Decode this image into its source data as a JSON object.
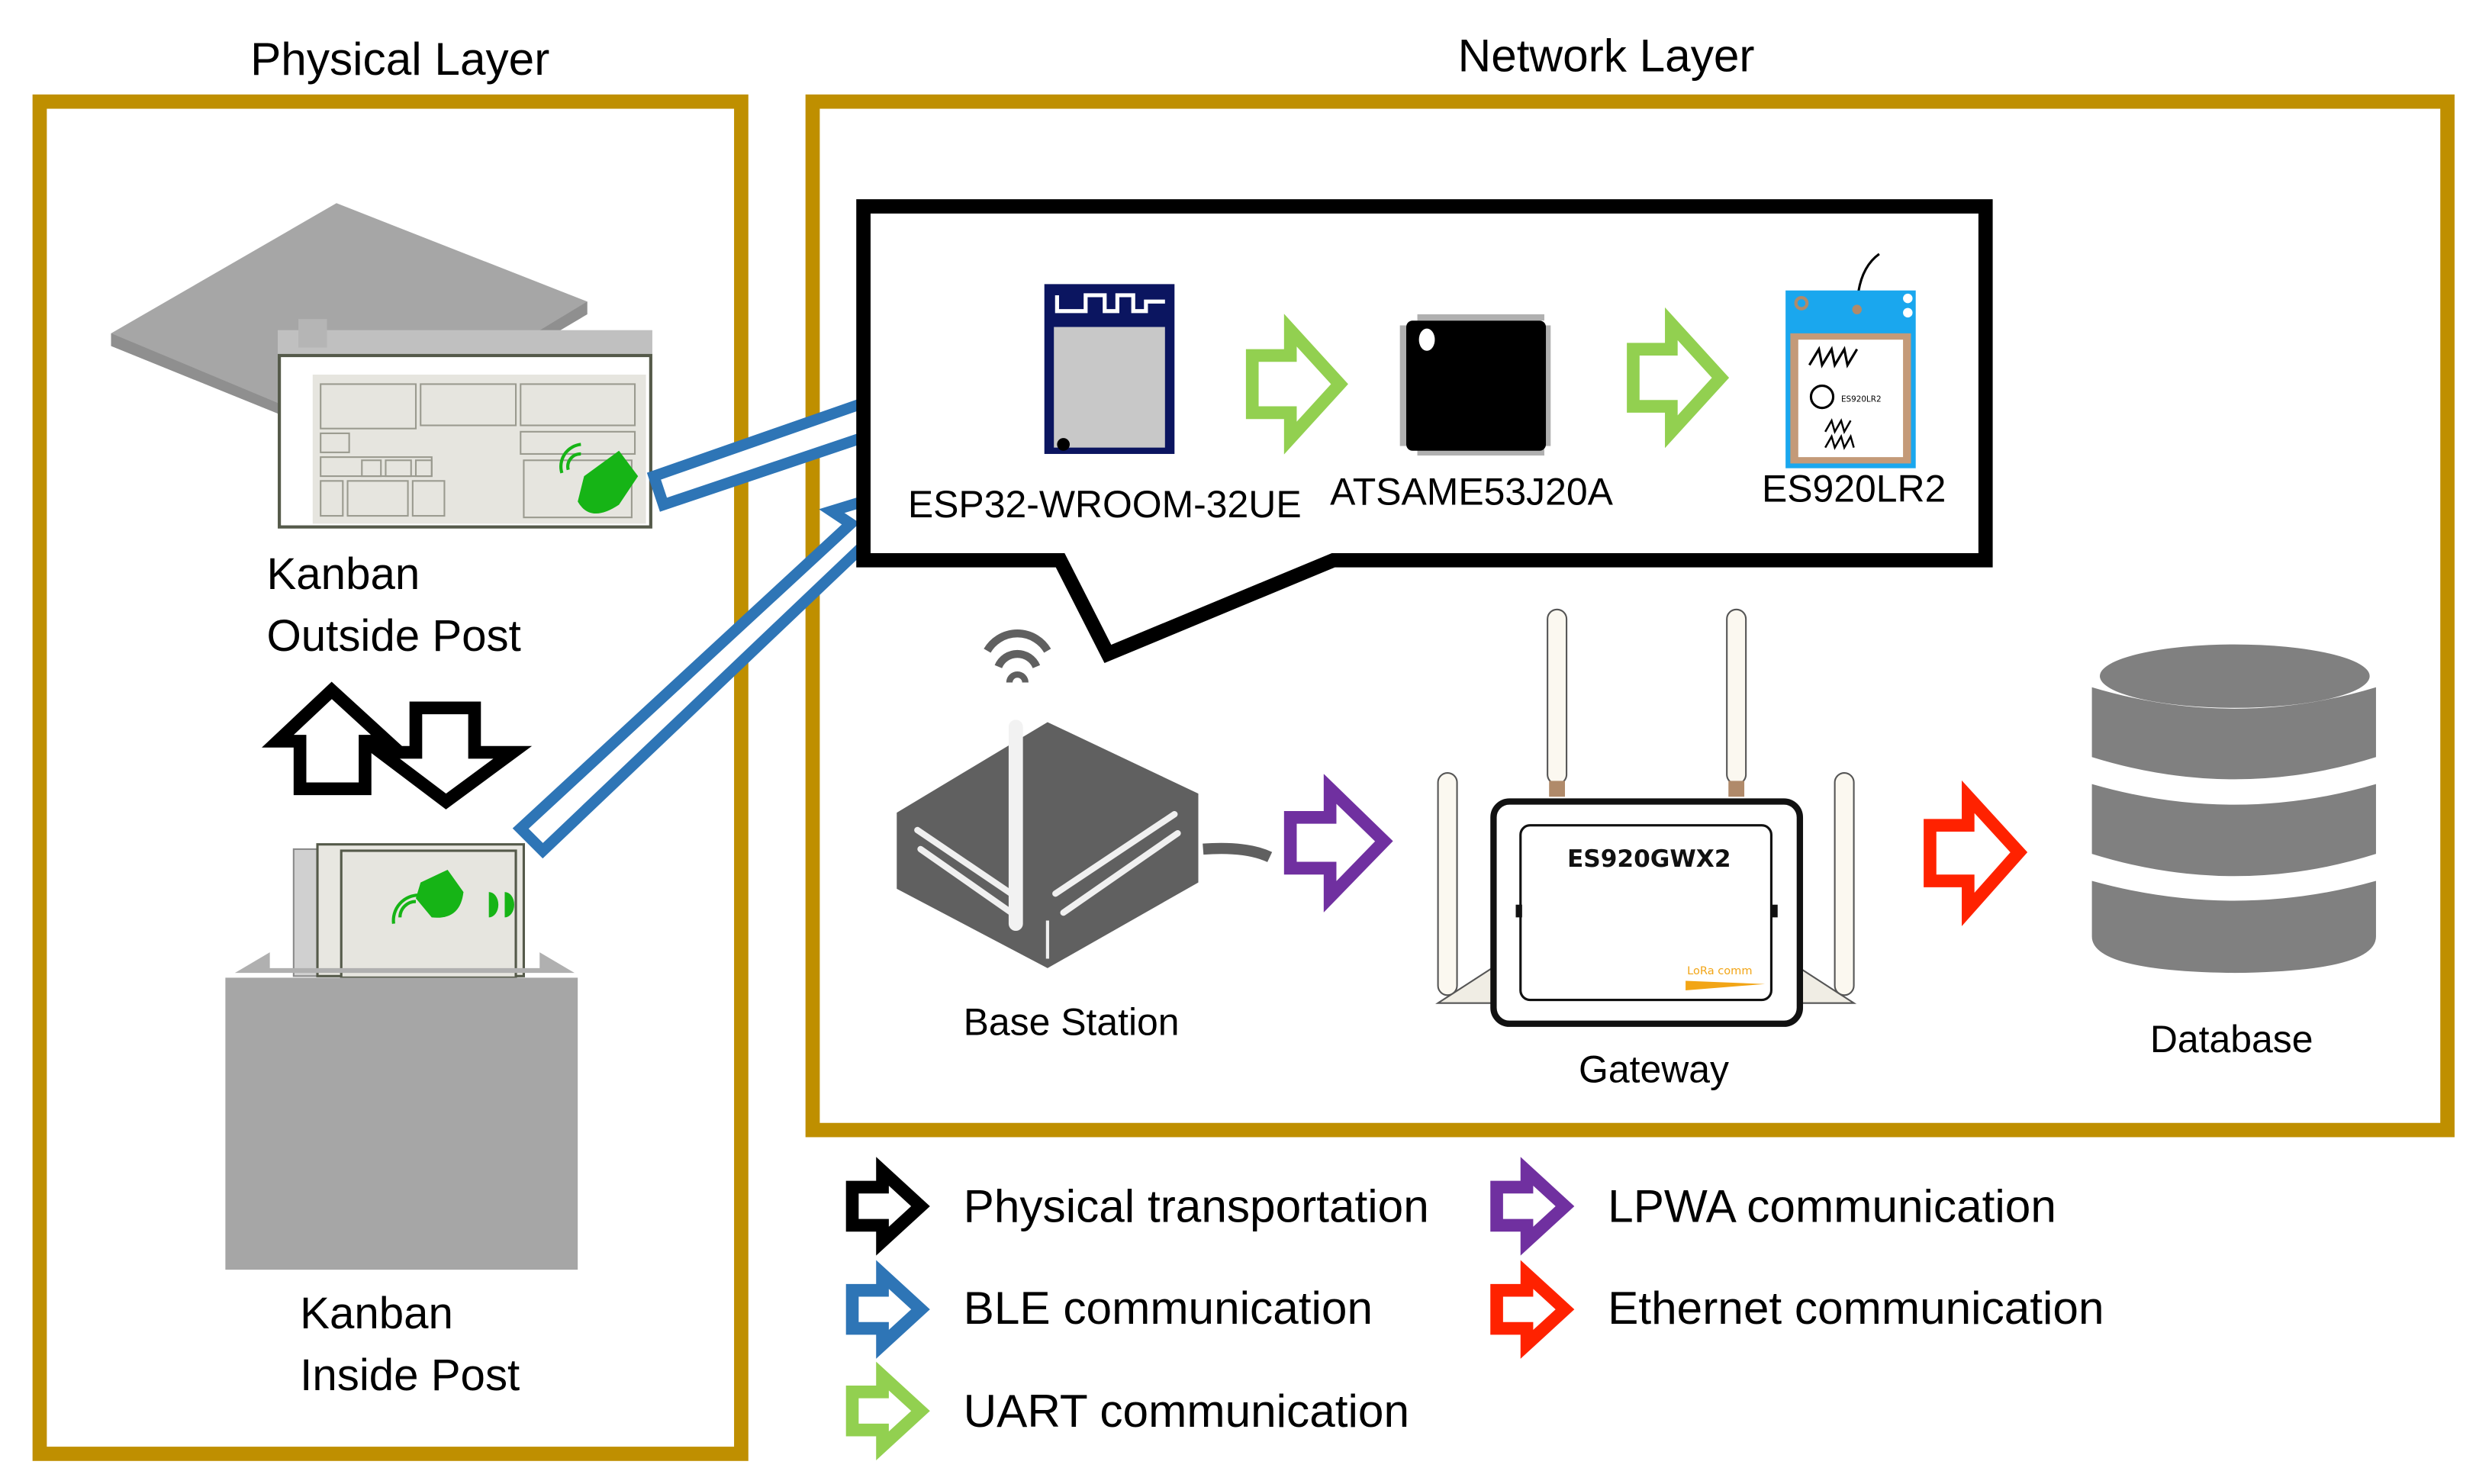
{
  "colors": {
    "frame": "#BF8F00",
    "physical_transportation": "#000000",
    "ble": "#2E75B6",
    "uart": "#92D050",
    "lpwa": "#7030A0",
    "ethernet": "#FF2200",
    "device_gray": "#808080",
    "base_station_gray": "#606060"
  },
  "physical_layer": {
    "title": "Physical Layer",
    "outside_post": {
      "line1": "Kanban",
      "line2": "Outside Post",
      "icon": "kanban-outside-post-icon"
    },
    "inside_post": {
      "line1": "Kanban",
      "line2": "Inside Post",
      "icon": "kanban-inside-post-icon"
    },
    "transport_arrows": [
      "up",
      "down"
    ]
  },
  "network_layer": {
    "title": "Network Layer",
    "callout": {
      "devices": [
        {
          "label": "ESP32-WROOM-32UE",
          "icon": "ble-module-icon"
        },
        {
          "label": "ATSAME53J20A",
          "icon": "microcontroller-chip-icon"
        },
        {
          "label": "ES920LR2",
          "icon": "lora-module-icon",
          "chip_text": "ES920LR2"
        }
      ]
    },
    "base_station": {
      "label": "Base Station",
      "icon": "base-station-icon"
    },
    "gateway": {
      "label": "Gateway",
      "model": "ES920GWX2",
      "brand": "LoRa comm",
      "icon": "gateway-icon"
    },
    "database": {
      "label": "Database",
      "icon": "database-icon"
    }
  },
  "legend": [
    {
      "label": "Physical transportation",
      "color_key": "physical_transportation"
    },
    {
      "label": "LPWA communication",
      "color_key": "lpwa"
    },
    {
      "label": "BLE communication",
      "color_key": "ble"
    },
    {
      "label": "Ethernet communication",
      "color_key": "ethernet"
    },
    {
      "label": "UART communication",
      "color_key": "uart"
    }
  ]
}
